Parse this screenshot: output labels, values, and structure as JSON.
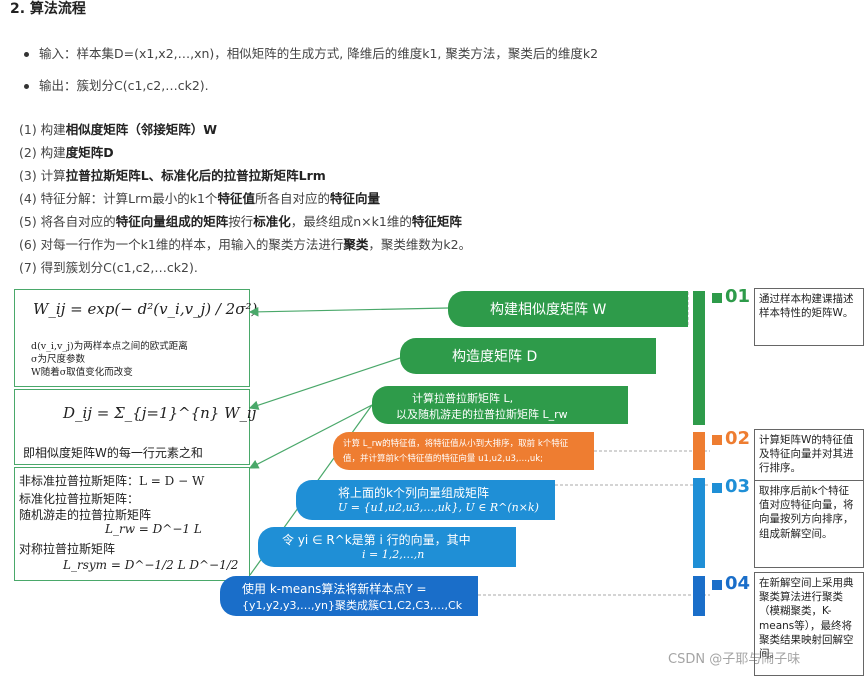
{
  "section_title": "2. 算法流程",
  "bullets": [
    "输入：样本集D=(x1,x2,…,xn)，相似矩阵的生成方式, 降维后的维度k1, 聚类方法，聚类后的维度k2",
    "输出：簇划分C(c1,c2,…ck2)."
  ],
  "steps": [
    {
      "pre": "(1)  构建",
      "bold": "相似度矩阵（邻接矩阵）W",
      "post": ""
    },
    {
      "pre": "(2)  构建",
      "bold": "度矩阵D",
      "post": ""
    },
    {
      "pre": "(3)  计算",
      "bold": "拉普拉斯矩阵L、标准化后的拉普拉斯矩阵Lrm",
      "post": ""
    },
    {
      "pre": "(4)  特征分解：计算Lrm最小的k1个",
      "bold": "特征值",
      "post": "所各自对应的",
      "bold2": "特征向量"
    },
    {
      "pre": "(5)  将各自对应的",
      "bold": "特征向量组成的矩阵",
      "post": "按行",
      "bold2": "标准化",
      "post2": "，最终组成n×k1维的",
      "bold3": "特征矩阵"
    },
    {
      "pre": "(6)  对每一行作为一个k1维的样本，用输入的聚类方法进行",
      "bold": "聚类",
      "post": "，聚类维数为k2。"
    },
    {
      "pre": "(7)  得到簇划分C(c1,c2,…ck2).",
      "bold": "",
      "post": ""
    }
  ],
  "formulas": {
    "f1_main": "W_ij = exp(− d²(v_i,v_j) / 2σ²)",
    "f1_note1": "d(v_i,v_j)为两样本点之间的欧式距离",
    "f1_note2": "σ为尺度参数",
    "f1_note3": "W随着σ取值变化而改变",
    "f2_main": "D_ij = Σ_{j=1}^{n} W_ij",
    "f2_caption": "即相似度矩阵W的每一行元素之和",
    "f3_line1": "非标准拉普拉斯矩阵：L = D − W",
    "f3_line2": "标准化拉普拉斯矩阵：",
    "f3_line3": "随机游走的拉普拉斯矩阵",
    "f3_line4": "L_rw = D^−1 L",
    "f3_line5": "对称拉普拉斯矩阵",
    "f3_line6": "L_rsym = D^−1/2 L D^−1/2"
  },
  "bars": {
    "b1": "构建相似度矩阵 W",
    "b2": "构造度矩阵 D",
    "b3_line1": "计算拉普拉斯矩阵 L,",
    "b3_line2": "以及随机游走的拉普拉斯矩阵 L_rw",
    "b4_line1": "计算 L_rw的特征值，将特征值从小到大排序，取前 k个特征",
    "b4_line2": "值，并计算前k个特征值的特征向量 u1,u2,u3,…,uk;",
    "b5_line1": "将上面的k个列向量组成矩阵",
    "b5_line2": "U = {u1,u2,u3,…,uk}, U ∈ R^(n×k)",
    "b6_line1": "令 yi ∈ R^k是第 i 行的向量，其中",
    "b6_line2": "i = 1,2,…,n",
    "b7_line1": "使用 k-means算法将新样本点Y =",
    "b7_line2": "{y1,y2,y3,…,yn}聚类成簇C1,C2,C3,…,Ck"
  },
  "stages": [
    {
      "num": "01",
      "note": "通过样本构建课描述样本特性的矩阵W。",
      "color": "#2e9b4a"
    },
    {
      "num": "02",
      "note": "计算矩阵W的特征值及特征向量并对其进行排序。",
      "color": "#ee7d31"
    },
    {
      "num": "03",
      "note": "取排序后前k个特征值对应特征向量，将向量按列方向排序，组成新解空间。",
      "color": "#1f8fd6"
    },
    {
      "num": "04",
      "note": "在新解空间上采用典聚类算法进行聚类（模糊聚类，K-means等），最终将聚类结果映射回解空间。",
      "color": "#1a6ec9"
    }
  ],
  "watermark": "CSDN @子耶与闹子味"
}
